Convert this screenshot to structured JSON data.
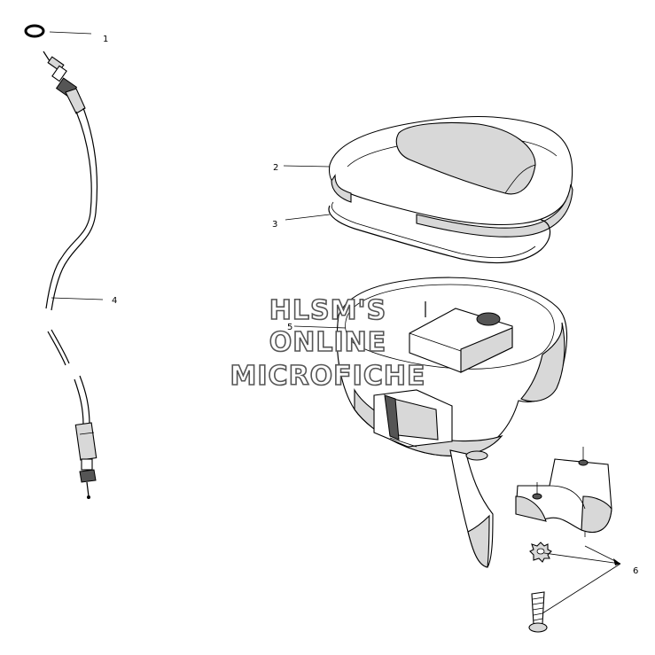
{
  "callouts": [
    "1",
    "2",
    "3",
    "4",
    "5",
    "6"
  ],
  "watermark": {
    "line1": "HLSM'S",
    "line2": "ONLINE",
    "line3": "MICROFICHE"
  }
}
